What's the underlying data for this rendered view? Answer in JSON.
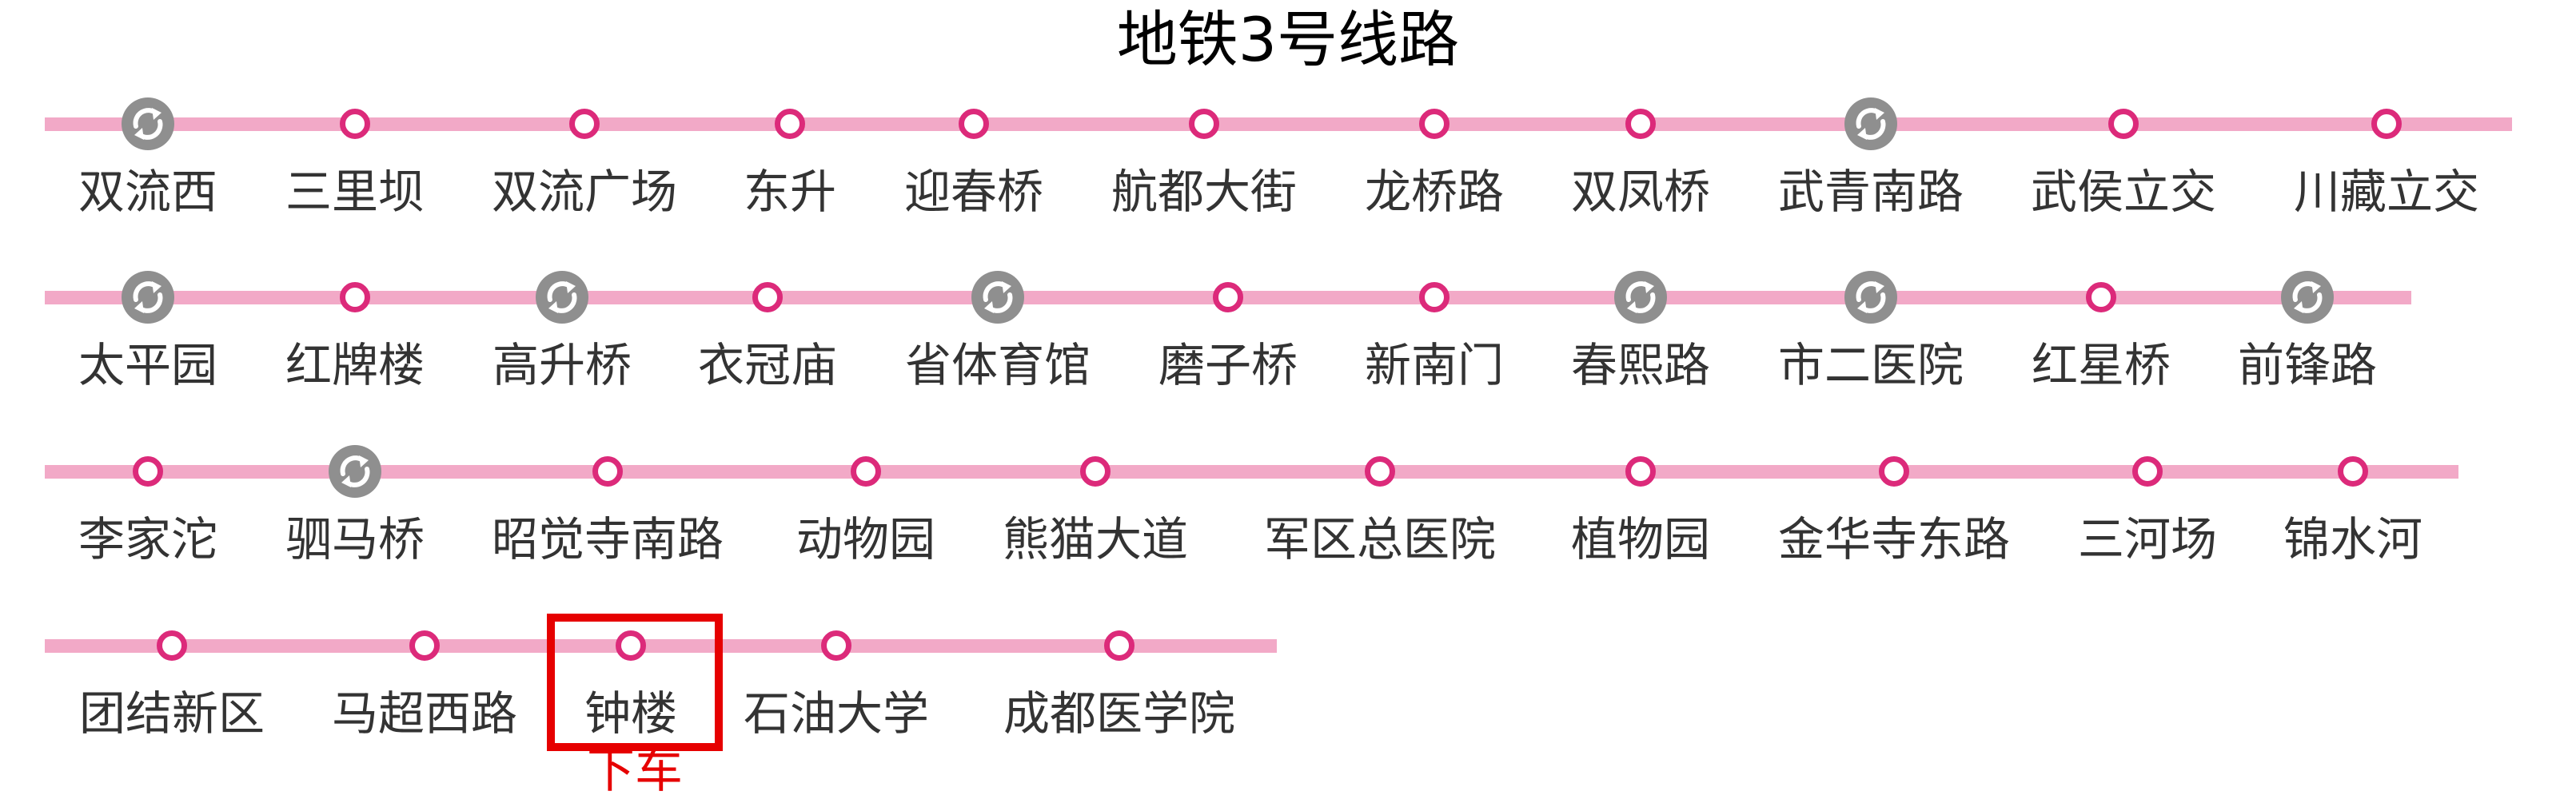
{
  "title": "地铁3号线路",
  "colors": {
    "line": "#f2a9c7",
    "station": "#dc2a7a",
    "transfer": "#8f8f8f",
    "highlight": "#e60000"
  },
  "rows": [
    {
      "stations": [
        {
          "name": "双流西",
          "transfer": true
        },
        {
          "name": "三里坝",
          "transfer": false
        },
        {
          "name": "双流广场",
          "transfer": false
        },
        {
          "name": "东升",
          "transfer": false
        },
        {
          "name": "迎春桥",
          "transfer": false
        },
        {
          "name": "航都大街",
          "transfer": false
        },
        {
          "name": "龙桥路",
          "transfer": false
        },
        {
          "name": "双凤桥",
          "transfer": false
        },
        {
          "name": "武青南路",
          "transfer": true
        },
        {
          "name": "武侯立交",
          "transfer": false
        },
        {
          "name": "川藏立交",
          "transfer": false
        }
      ]
    },
    {
      "stations": [
        {
          "name": "太平园",
          "transfer": true
        },
        {
          "name": "红牌楼",
          "transfer": false
        },
        {
          "name": "高升桥",
          "transfer": true
        },
        {
          "name": "衣冠庙",
          "transfer": false
        },
        {
          "name": "省体育馆",
          "transfer": true
        },
        {
          "name": "磨子桥",
          "transfer": false
        },
        {
          "name": "新南门",
          "transfer": false
        },
        {
          "name": "春熙路",
          "transfer": true
        },
        {
          "name": "市二医院",
          "transfer": true
        },
        {
          "name": "红星桥",
          "transfer": false
        },
        {
          "name": "前锋路",
          "transfer": true
        }
      ]
    },
    {
      "stations": [
        {
          "name": "李家沱",
          "transfer": false
        },
        {
          "name": "驷马桥",
          "transfer": true
        },
        {
          "name": "昭觉寺南路",
          "transfer": false
        },
        {
          "name": "动物园",
          "transfer": false
        },
        {
          "name": "熊猫大道",
          "transfer": false
        },
        {
          "name": "军区总医院",
          "transfer": false
        },
        {
          "name": "植物园",
          "transfer": false
        },
        {
          "name": "金华寺东路",
          "transfer": false
        },
        {
          "name": "三河场",
          "transfer": false
        },
        {
          "name": "锦水河",
          "transfer": false
        }
      ]
    },
    {
      "stations": [
        {
          "name": "团结新区",
          "transfer": false
        },
        {
          "name": "马超西路",
          "transfer": false
        },
        {
          "name": "钟楼",
          "transfer": false
        },
        {
          "name": "石油大学",
          "transfer": false
        },
        {
          "name": "成都医学院",
          "transfer": false
        }
      ]
    }
  ],
  "destination": {
    "station": "钟楼",
    "note": "下车"
  }
}
